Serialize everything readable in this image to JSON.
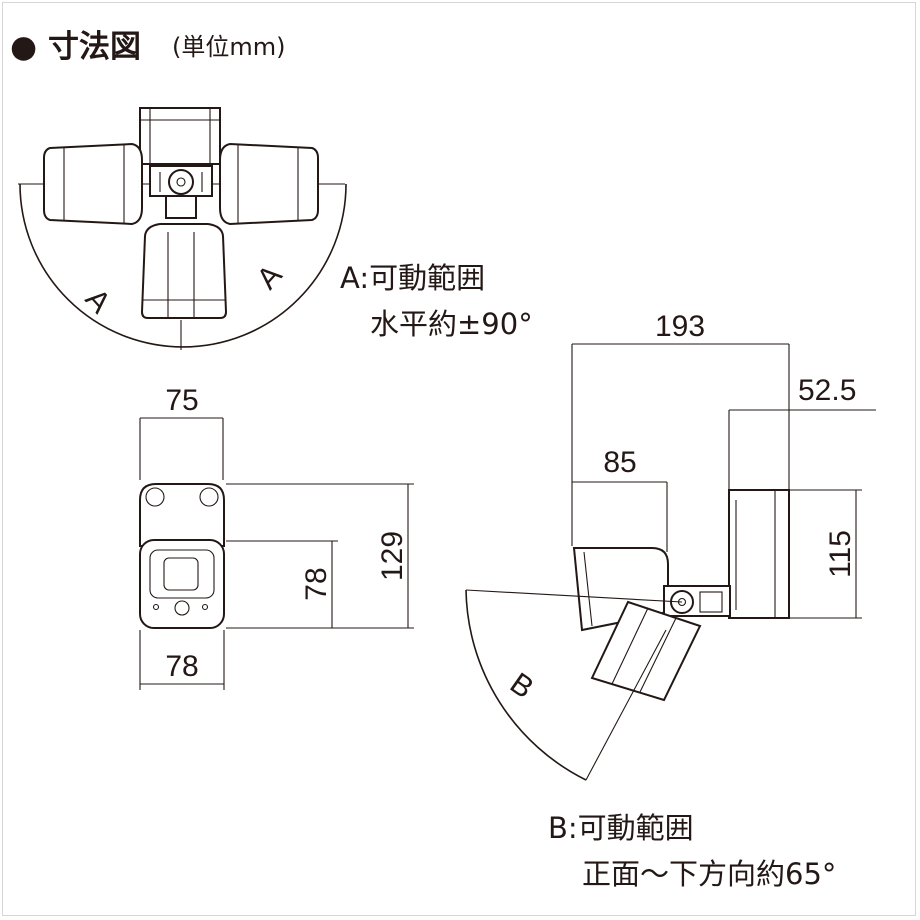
{
  "title": {
    "bullet": "●",
    "main": "寸法図",
    "unit": "(単位mm)"
  },
  "top_view": {
    "arc_label_left": "A",
    "arc_label_right": "A",
    "note_line1": "A:可動範囲",
    "note_line2": "水平約±90°"
  },
  "front_view": {
    "width_top": "75",
    "width_bottom": "78",
    "height_total": "129",
    "height_head": "78"
  },
  "side_view": {
    "length_total": "193",
    "depth_base": "52.5",
    "length_head": "85",
    "height_base": "115",
    "arc_label": "B",
    "note_line1": "B:可動範囲",
    "note_line2": "正面～下方向約65°"
  },
  "colors": {
    "ink": "#231815",
    "background": "#ffffff"
  }
}
